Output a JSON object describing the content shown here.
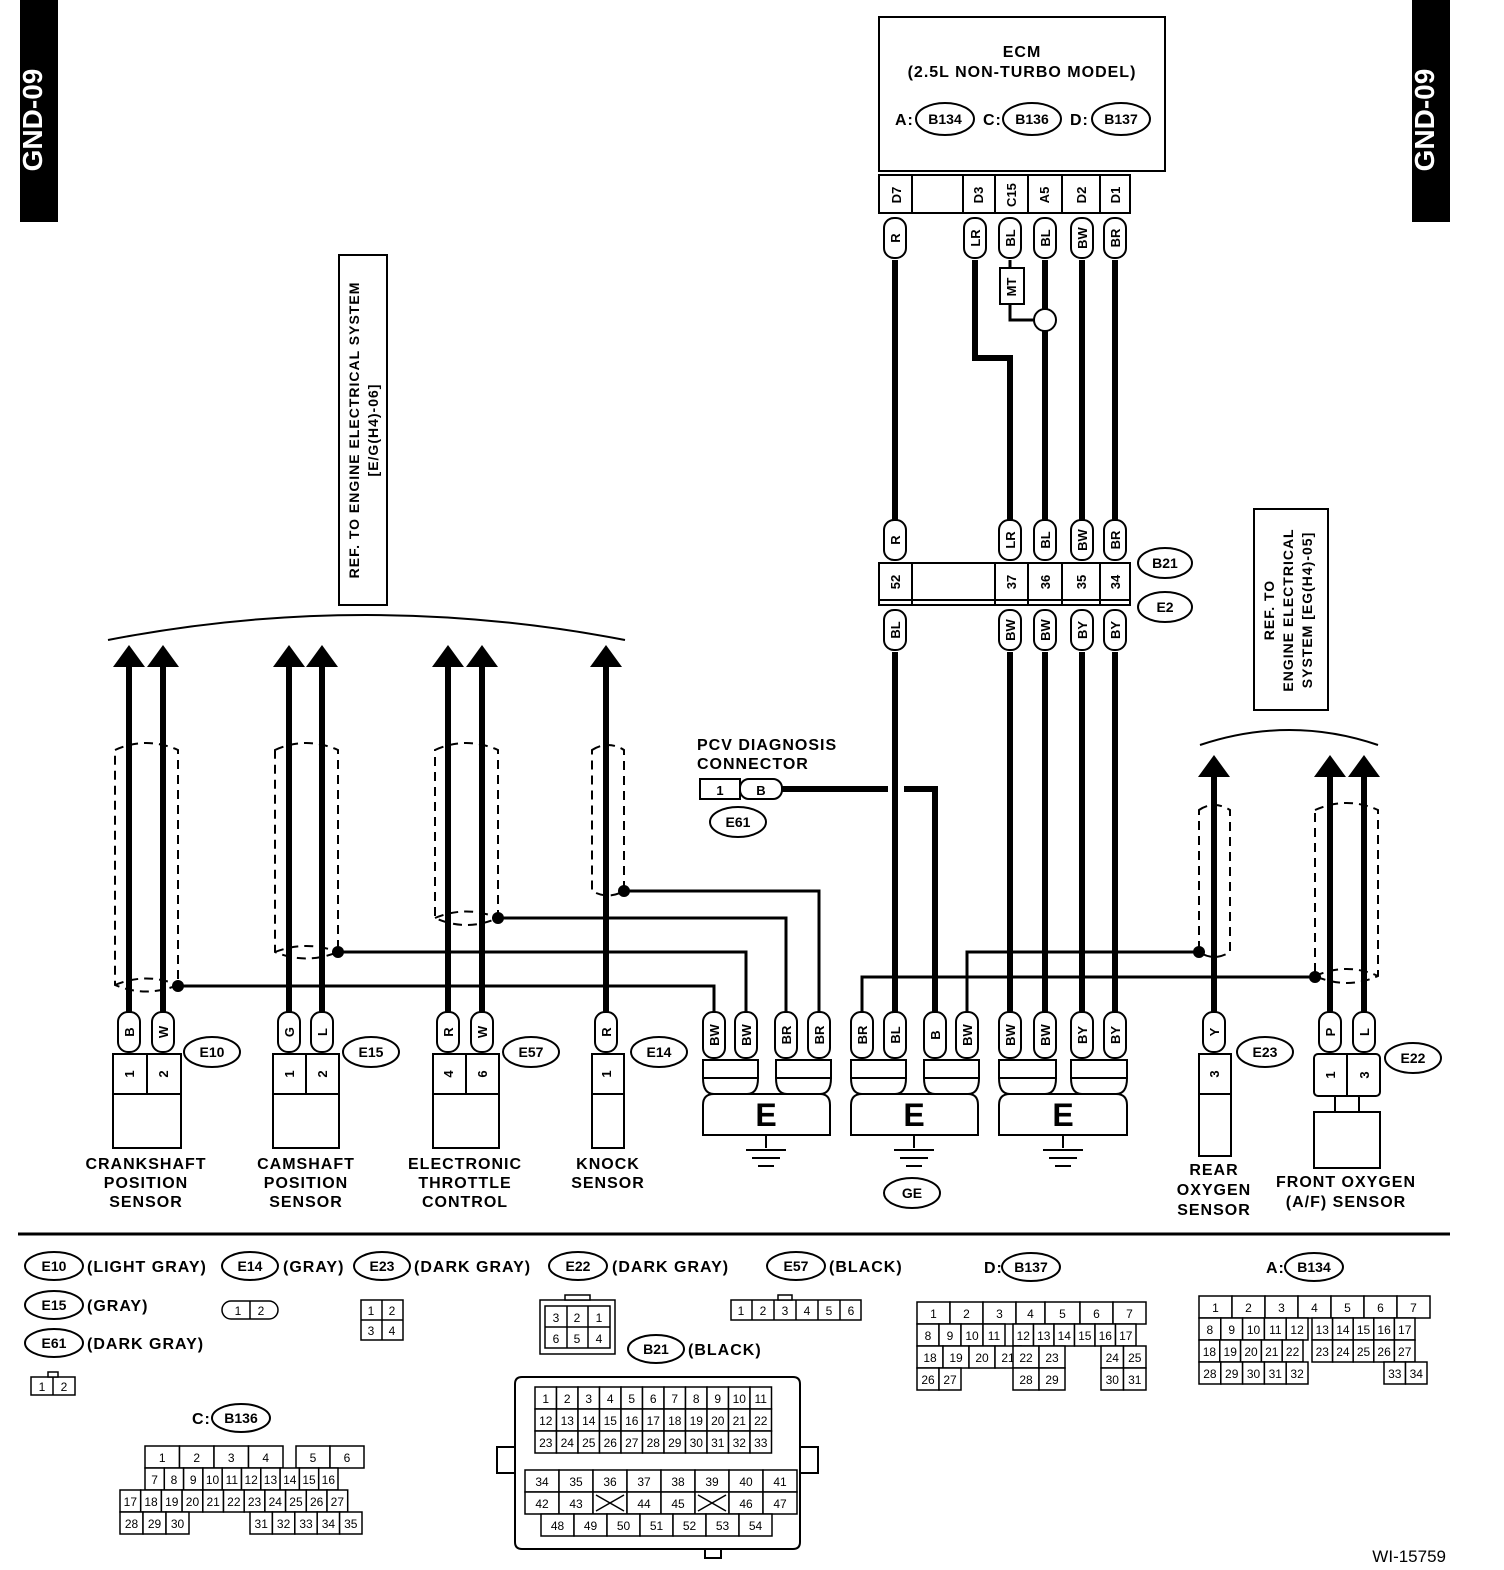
{
  "page_code": "GND-09",
  "figure_id": "WI-15759",
  "ecm": {
    "title": "ECM",
    "subtitle": "(2.5L NON-TURBO MODEL)",
    "connectors": [
      {
        "prefix": "A:",
        "id": "B134"
      },
      {
        "prefix": "C:",
        "id": "B136"
      },
      {
        "prefix": "D:",
        "id": "B137"
      }
    ],
    "pins": [
      "D7",
      "D3",
      "C15",
      "A5",
      "D2",
      "D1"
    ],
    "wires": [
      "R",
      "LR",
      "BL",
      "BL",
      "BW",
      "BR"
    ],
    "mt_label": "MT"
  },
  "b21": {
    "id": "B21",
    "id2": "E2",
    "upper_colors": [
      "R",
      "LR",
      "BL",
      "BW",
      "BR"
    ],
    "pins": [
      "52",
      "37",
      "36",
      "35",
      "34"
    ],
    "lower_colors": [
      "BL",
      "BW",
      "BW",
      "BY",
      "BY"
    ]
  },
  "ref_left": {
    "line1": "REF. TO ENGINE ELECTRICAL SYSTEM",
    "line2": "[E/G(H4)-06]"
  },
  "ref_right": {
    "line1": "REF. TO",
    "line2": "ENGINE ELECTRICAL",
    "line3": "SYSTEM [EG(H4)-05]"
  },
  "pcv": {
    "line1": "PCV DIAGNOSIS",
    "line2": "CONNECTOR",
    "pin1": "1",
    "pin2": "B",
    "id": "E61"
  },
  "sensors": [
    {
      "id": "E10",
      "wires": [
        "B",
        "W"
      ],
      "pins": [
        "1",
        "2"
      ],
      "name1": "CRANKSHAFT",
      "name2": "POSITION",
      "name3": "SENSOR"
    },
    {
      "id": "E15",
      "wires": [
        "G",
        "L"
      ],
      "pins": [
        "1",
        "2"
      ],
      "name1": "CAMSHAFT",
      "name2": "POSITION",
      "name3": "SENSOR"
    },
    {
      "id": "E57",
      "wires": [
        "R",
        "W"
      ],
      "pins": [
        "4",
        "6"
      ],
      "name1": "ELECTRONIC",
      "name2": "THROTTLE",
      "name3": "CONTROL"
    },
    {
      "id": "E14",
      "wires": [
        "R"
      ],
      "pins": [
        "1"
      ],
      "name1": "KNOCK",
      "name2": "SENSOR"
    },
    {
      "id": "E23",
      "wires": [
        "Y"
      ],
      "pins": [
        "3"
      ],
      "name1": "REAR",
      "name2": "OXYGEN",
      "name3": "SENSOR"
    },
    {
      "id": "E22",
      "wires": [
        "P",
        "L"
      ],
      "pins": [
        "1",
        "3"
      ],
      "name1": "FRONT OXYGEN",
      "name2": "(A/F) SENSOR"
    }
  ],
  "grounds": [
    {
      "label": "E",
      "wires": [
        "BW",
        "BW",
        "BR",
        "BR"
      ]
    },
    {
      "label": "E",
      "wires": [
        "BR",
        "BL",
        "B",
        "BW"
      ],
      "tag": "GE"
    },
    {
      "label": "E",
      "wires": [
        "BW",
        "BW",
        "BY",
        "BY"
      ]
    }
  ],
  "legend": {
    "e10": {
      "id": "E10",
      "color": "(LIGHT GRAY)"
    },
    "e15": {
      "id": "E15",
      "color": "(GRAY)"
    },
    "e61": {
      "id": "E61",
      "color": "(DARK GRAY)",
      "pins": [
        "1",
        "2"
      ]
    },
    "e14": {
      "id": "E14",
      "color": "(GRAY)",
      "pins": [
        "1",
        "2"
      ]
    },
    "e23": {
      "id": "E23",
      "color": "(DARK GRAY)",
      "pins": [
        "1",
        "2",
        "3",
        "4"
      ]
    },
    "e22": {
      "id": "E22",
      "color": "(DARK GRAY)",
      "pins": [
        "3",
        "2",
        "1",
        "6",
        "5",
        "4"
      ]
    },
    "e57": {
      "id": "E57",
      "color": "(BLACK)",
      "pins": [
        "1",
        "2",
        "3",
        "4",
        "5",
        "6"
      ]
    },
    "b21": {
      "id": "B21",
      "color": "(BLACK)"
    },
    "d": {
      "prefix": "D:",
      "id": "B137"
    },
    "a": {
      "prefix": "A:",
      "id": "B134"
    },
    "c": {
      "prefix": "C:",
      "id": "B136"
    }
  }
}
